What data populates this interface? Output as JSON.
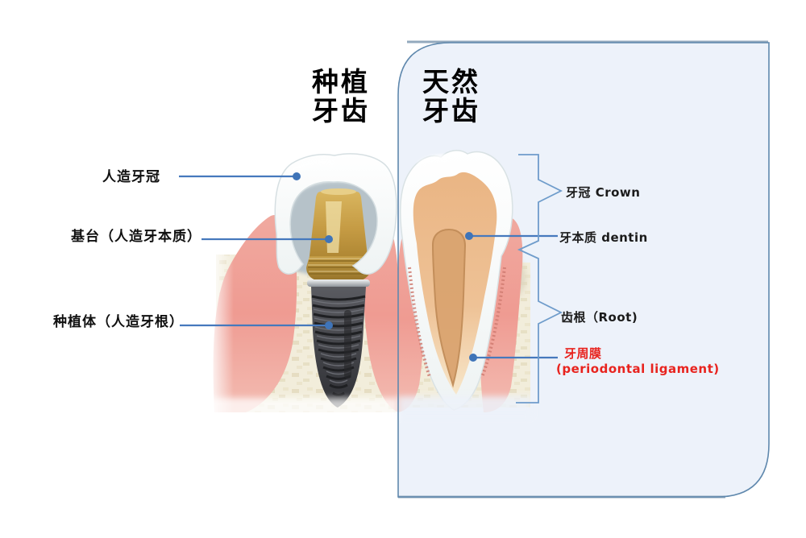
{
  "page": {
    "background": "#ffffff"
  },
  "headers": {
    "implant": "种植\n牙齿",
    "natural": "天然\n牙齿"
  },
  "implant_side": {
    "labels": {
      "artificial_crown": "人造牙冠",
      "abutment": "基台（人造牙本质）",
      "implant_body": "种植体（人造牙根）"
    }
  },
  "natural_side": {
    "labels": {
      "crown": "牙冠 Crown",
      "dentin": "牙本质 dentin",
      "root": "齿根（Root)",
      "periodontal_cn": "牙周膜",
      "periodontal_en": "(periodontal ligament)"
    }
  },
  "colors": {
    "callout_line": "#4679bd",
    "bracket_line": "#6f9ccb",
    "periodontal_text": "#e8231e",
    "panel_fill": "#edf2fa",
    "panel_border": "#5f88ad",
    "label_text": "#101010"
  }
}
